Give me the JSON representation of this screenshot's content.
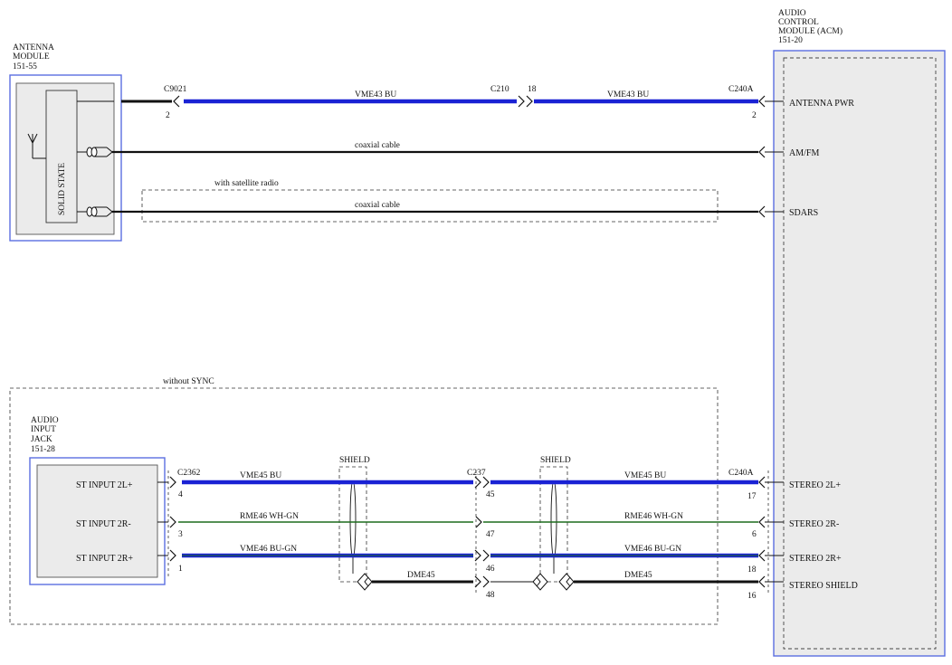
{
  "colors": {
    "blue_wire": "#1a22d4",
    "green_wire": "#1d6b1d",
    "black_wire": "#111111",
    "module_frame": "#5b6ee1",
    "module_fill": "#ebebeb"
  },
  "antenna_module": {
    "title_lines": [
      "ANTENNA",
      "MODULE",
      "151-55"
    ],
    "inner_label": "SOLID STATE"
  },
  "acm": {
    "title_lines": [
      "AUDIO",
      "CONTROL",
      "MODULE (ACM)",
      "151-20"
    ],
    "pins": {
      "antenna_pwr": "ANTENNA PWR",
      "amfm": "AM/FM",
      "sdars": "SDARS",
      "stereo_2l_plus": "STEREO 2L+",
      "stereo_2r_minus": "STEREO 2R-",
      "stereo_2r_plus": "STEREO 2R+",
      "stereo_shield": "STEREO SHIELD"
    }
  },
  "audio_input_jack": {
    "title_lines": [
      "AUDIO",
      "INPUT",
      "JACK",
      "151-28"
    ],
    "pins": {
      "st_input_2l_plus": "ST INPUT 2L+",
      "st_input_2r_minus": "ST INPUT 2R-",
      "st_input_2r_plus": "ST INPUT 2R+"
    }
  },
  "zones": {
    "satellite": "with satellite radio",
    "without_sync": "without SYNC"
  },
  "connectors": {
    "c9021": "C9021",
    "c210": "C210",
    "c240a_top": "C240A",
    "c2362": "C2362",
    "c237": "C237",
    "c240a_bottom": "C240A"
  },
  "shields": {
    "shield1": "SHIELD",
    "shield2": "SHIELD"
  },
  "circuits": {
    "vme43_a": "VME43   BU",
    "vme43_b": "VME43   BU",
    "coax1": "coaxial cable",
    "coax2": "coaxial cable",
    "vme45_a": "VME45   BU",
    "vme45_b": "VME45   BU",
    "rme46_a": "RME46   WH-GN",
    "rme46_b": "RME46   WH-GN",
    "vme46_a": "VME46   BU-GN",
    "vme46_b": "VME46   BU-GN",
    "dme45_a": "DME45",
    "dme45_b": "DME45"
  },
  "pin_numbers": {
    "c9021": "2",
    "c210": "18",
    "c240a_pwr": "2",
    "c2362_2l": "4",
    "c2362_2rm": "3",
    "c2362_2rp": "1",
    "c237_2l": "45",
    "c237_2rm": "47",
    "c237_2rp": "46",
    "c237_sh": "48",
    "c240a_2l": "17",
    "c240a_2rm": "6",
    "c240a_2rp": "18",
    "c240a_sh": "16"
  }
}
